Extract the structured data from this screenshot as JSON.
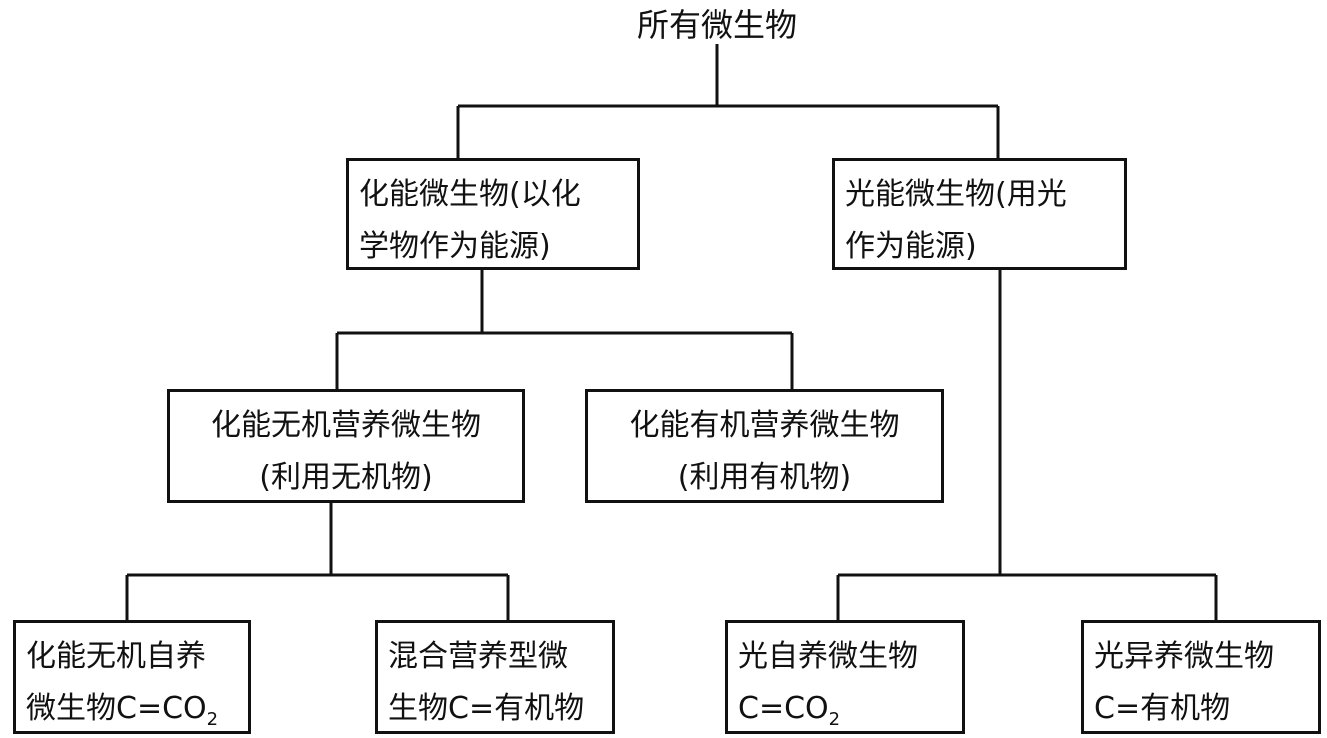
{
  "diagram": {
    "root": "所有微生物",
    "chemotroph": {
      "line1": "化能微生物(以化",
      "line2": "学物作为能源)"
    },
    "phototroph": {
      "line1": "光能微生物(用光",
      "line2": "作为能源)"
    },
    "chemo_inorganic": {
      "line1": "化能无机营养微生物",
      "line2": "(利用无机物)"
    },
    "chemo_organic": {
      "line1": "化能有机营养微生物",
      "line2": "(利用有机物)"
    },
    "chemoautotroph": {
      "line1": "化能无机自养",
      "line2_prefix": "微生物C=CO",
      "subscript": "2"
    },
    "mixotroph": {
      "line1": "混合营养型微",
      "line2": "生物C=有机物"
    },
    "photoautotroph": {
      "line1": "光自养微生物",
      "line2_prefix": "C=CO",
      "subscript": "2"
    },
    "photoheterotroph": {
      "line1": "光异养微生物",
      "line2": "C=有机物"
    }
  },
  "colors": {
    "line": "#111111",
    "background": "#ffffff"
  }
}
